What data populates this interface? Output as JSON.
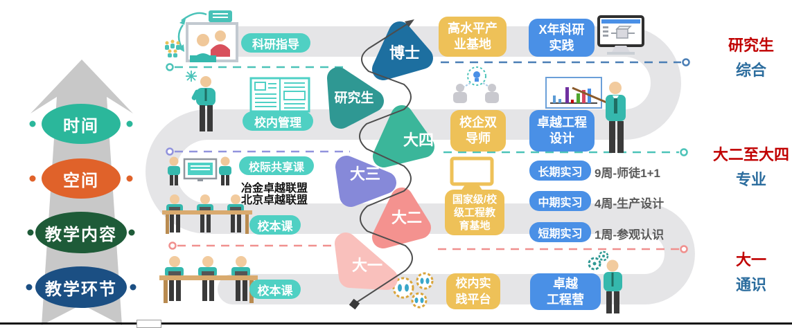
{
  "palette": {
    "road": "#e5e5e7",
    "arrow_gray": "#c8c8c8",
    "pill_teal": "#4fd0c3",
    "box_yellow": "#eec158",
    "box_blue": "#4a90e6",
    "label_red": "#c00000",
    "label_blue": "#2c6d9e",
    "divider_teal": "#4cc3b8",
    "divider_purple": "#9193dd",
    "divider_pink": "#f0908e",
    "divider_blue": "#4a7eb5"
  },
  "axis": {
    "items": [
      {
        "label": "时间",
        "color": "#2bb79b"
      },
      {
        "label": "空间",
        "color": "#e0622a"
      },
      {
        "label": "教学内容",
        "color": "#1e5b38"
      },
      {
        "label": "教学环节",
        "color": "#1b4f83"
      }
    ]
  },
  "stages": [
    {
      "label": "博士",
      "color": "#1d6fa0"
    },
    {
      "label": "研究生",
      "color": "#2f9893"
    },
    {
      "label": "大四",
      "color": "#3bb69a"
    },
    {
      "label": "大三",
      "color": "#8689d9"
    },
    {
      "label": "大二",
      "color": "#f4928f"
    },
    {
      "label": "大一",
      "color": "#f9c0bc"
    }
  ],
  "path_labels": {
    "keyan": "科研指导",
    "xiaonei": "校内管理",
    "xiaoji": "校际共享课",
    "xiaoben3": "校本课",
    "xiaoben4": "校本课"
  },
  "alliance": {
    "text": "冶金卓越联盟\n北京卓越联盟"
  },
  "boxes": {
    "industry_base": "高水平产\n业基地",
    "research_practice": "X年科研\n实践",
    "dual_mentor": "校企双\n导师",
    "engineering_design": "卓越工程\n设计",
    "edu_base": "国家级/校\n级工程教\n育基地",
    "campus_platform": "校内实\n践平台",
    "engineering_camp": "卓越\n工程营"
  },
  "internships": [
    {
      "label": "长期实习",
      "desc": "9周-师徒1+1"
    },
    {
      "label": "中期实习",
      "desc": "4周-生产设计"
    },
    {
      "label": "短期实习",
      "desc": "1周-参观认识"
    }
  ],
  "phases": [
    {
      "line1": "研究生",
      "line2": "综合"
    },
    {
      "line1": "大二至大四",
      "line2": "专业"
    },
    {
      "line1": "大一",
      "line2": "通识"
    }
  ]
}
